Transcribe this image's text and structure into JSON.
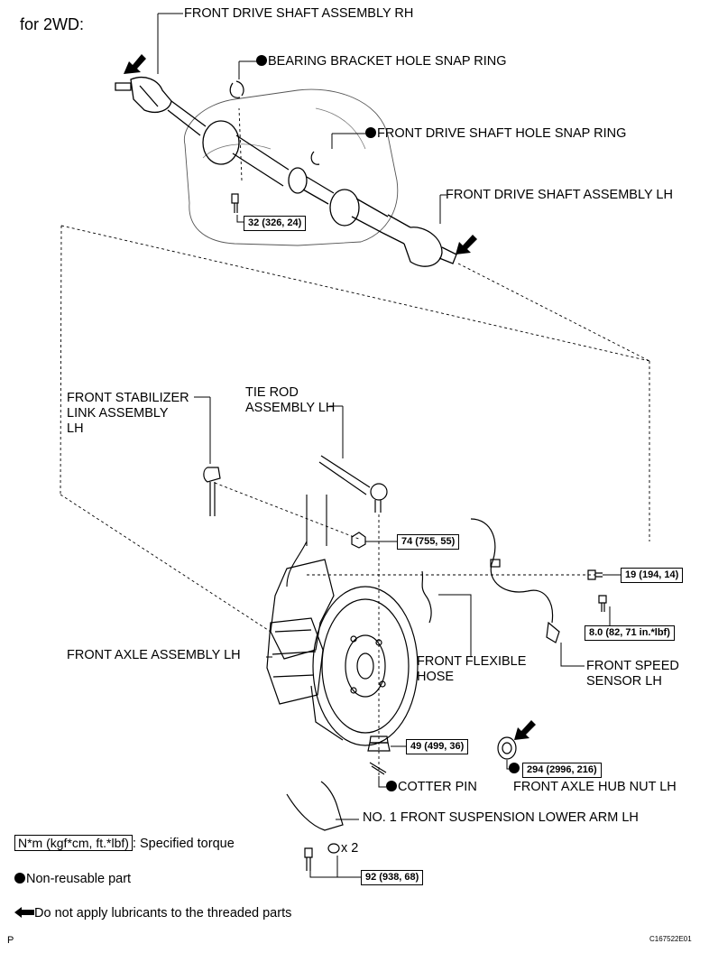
{
  "header": {
    "variant": "for 2WD:"
  },
  "labels": {
    "shaft_rh": "FRONT DRIVE SHAFT ASSEMBLY RH",
    "bearing_snap_ring": "BEARING BRACKET HOLE SNAP RING",
    "shaft_hole_snap_ring": "FRONT DRIVE SHAFT HOLE SNAP RING",
    "shaft_lh": "FRONT DRIVE SHAFT ASSEMBLY LH",
    "stabilizer_link": "FRONT STABILIZER\nLINK ASSEMBLY\nLH",
    "tie_rod": "TIE ROD\nASSEMBLY LH",
    "axle_assembly": "FRONT AXLE ASSEMBLY LH",
    "flexible_hose": "FRONT FLEXIBLE\nHOSE",
    "speed_sensor": "FRONT SPEED\nSENSOR LH",
    "cotter_pin": "COTTER PIN",
    "hub_nut": "FRONT AXLE HUB NUT LH",
    "lower_arm": "NO. 1 FRONT SUSPENSION LOWER ARM LH",
    "qty": "x 2"
  },
  "torques": {
    "t32": "32 (326, 24)",
    "t74": "74 (755, 55)",
    "t19": "19 (194, 14)",
    "t8": "8.0 (82, 71 in.*lbf)",
    "t49": "49 (499, 36)",
    "t294": "294 (2996, 216)",
    "t92": "92 (938, 68)"
  },
  "legend": {
    "torque_unit": "N*m (kgf*cm, ft.*lbf)",
    "torque_desc": ": Specified torque",
    "nonreusable": "Non-reusable part",
    "no_lube": "Do not apply lubricants to the threaded parts"
  },
  "footer": {
    "page_mark": "P",
    "figure_code": "C167522E01"
  }
}
